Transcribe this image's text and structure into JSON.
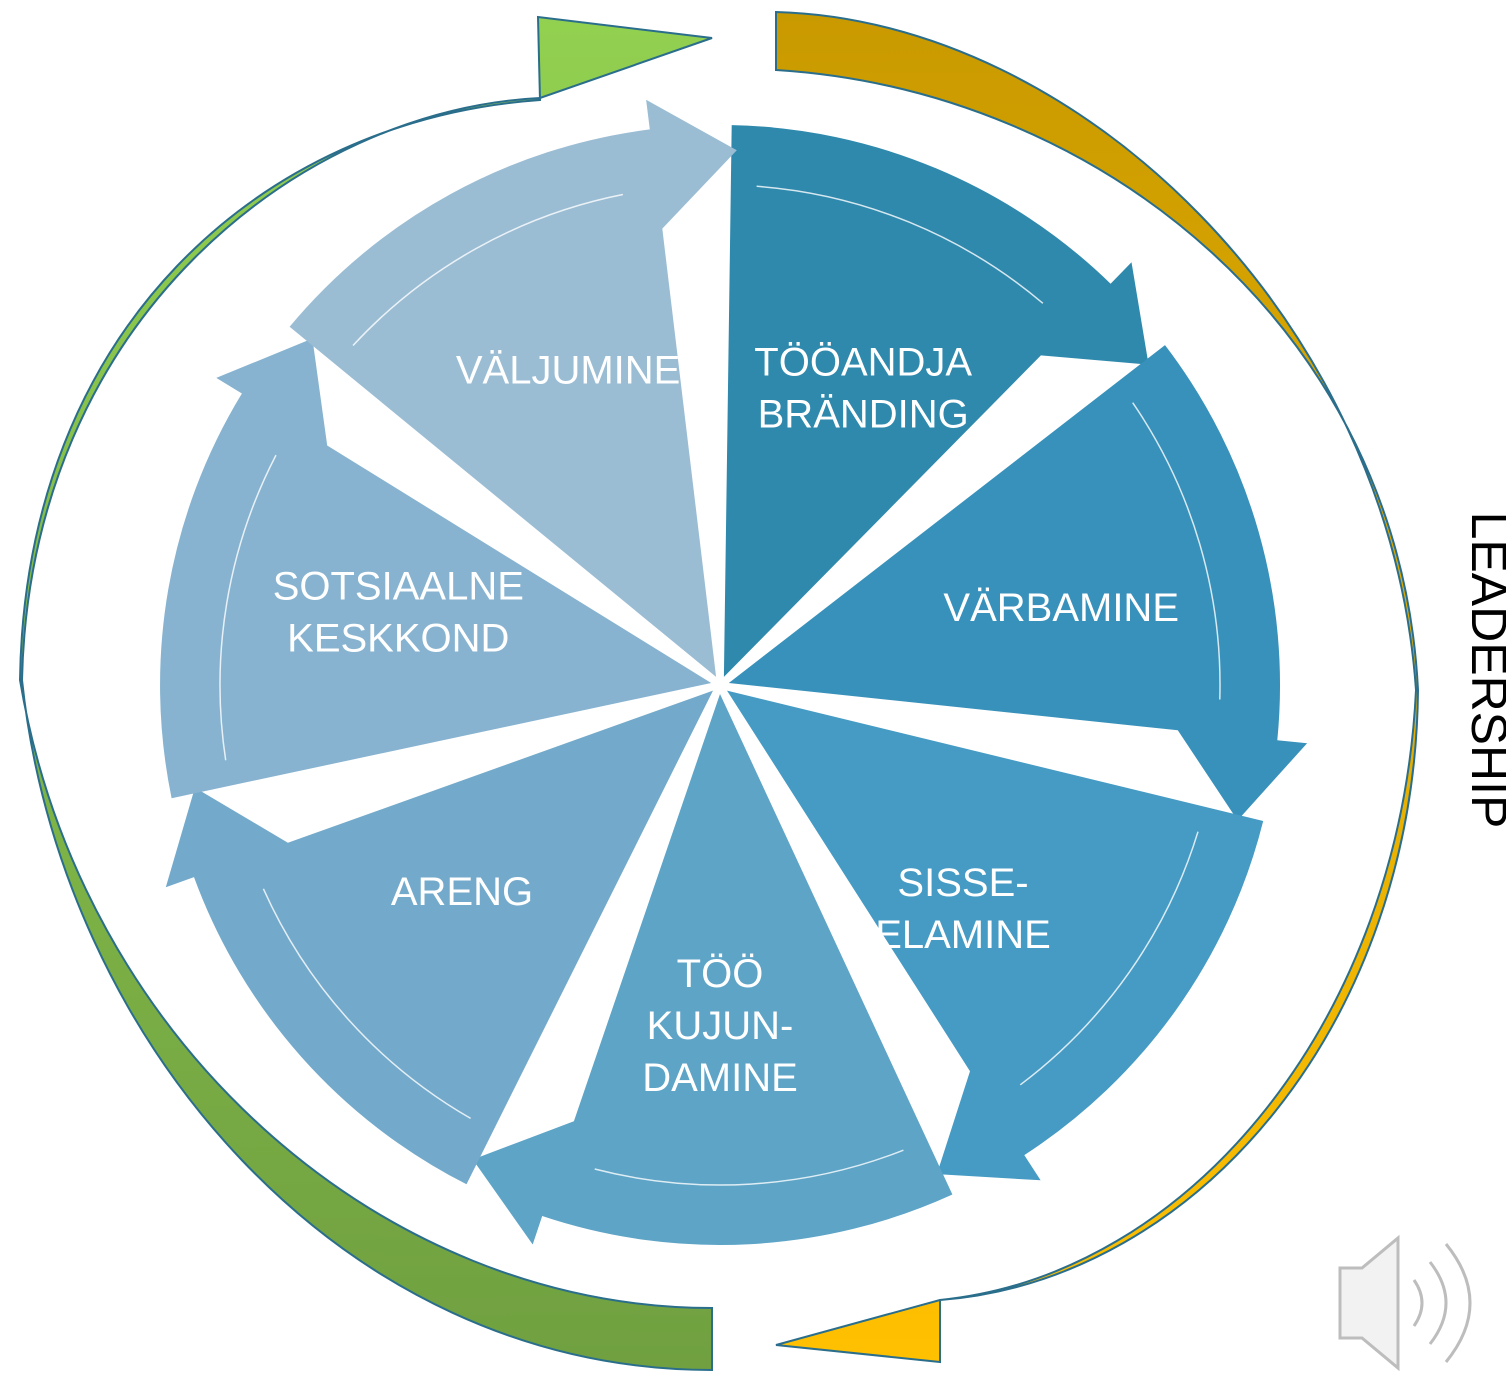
{
  "diagram": {
    "side_label": "LEADERSHIP",
    "segments": [
      {
        "id": "branding",
        "lines": [
          "TÖÖANDJA",
          "BRÄNDING"
        ],
        "color": "#2E89AD"
      },
      {
        "id": "varbamine",
        "lines": [
          "VÄRBAMINE"
        ],
        "color": "#3891BB"
      },
      {
        "id": "sisse",
        "lines": [
          "SISSE-",
          "ELAMINE"
        ],
        "color": "#459BC4"
      },
      {
        "id": "too",
        "lines": [
          "TÖÖ",
          "KUJUN-",
          "DAMINE"
        ],
        "color": "#5DA4C7"
      },
      {
        "id": "areng",
        "lines": [
          "ARENG"
        ],
        "color": "#73AACB"
      },
      {
        "id": "sotsiaalne",
        "lines": [
          "SOTSIAALNE",
          "KESKKOND"
        ],
        "color": "#87B3D0"
      },
      {
        "id": "valjumine",
        "lines": [
          "VÄLJUMINE"
        ],
        "color": "#9BBDD4"
      }
    ],
    "colors": {
      "left_arc_top": "#92D050",
      "left_arc_bottom": "#70A040",
      "right_arc_top": "#C99A00",
      "right_arc_bottom": "#FFC000",
      "outline": "#2A6E8C"
    },
    "speaker_icon": "speaker-icon"
  }
}
